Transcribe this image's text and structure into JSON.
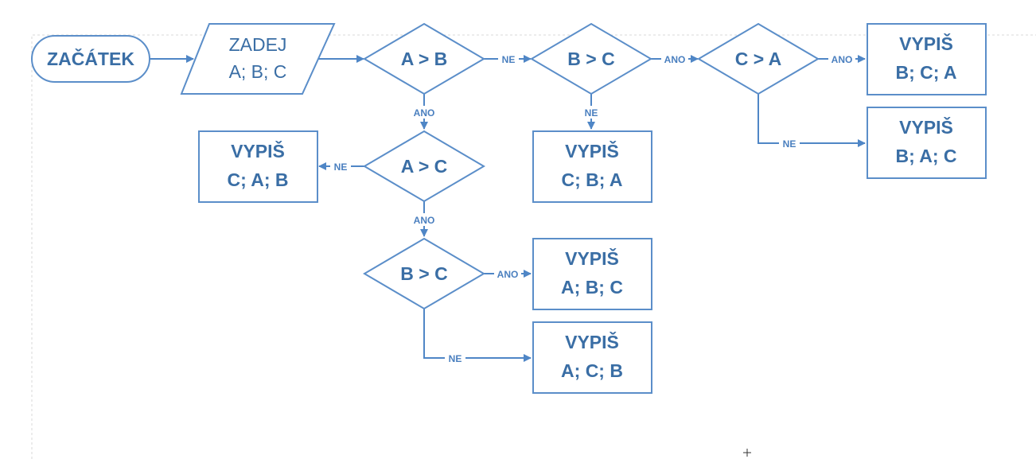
{
  "nodes": {
    "start": {
      "label": "ZAČÁTEK"
    },
    "input": {
      "line1": "ZADEJ",
      "line2": "A; B; C"
    },
    "dec_a_gt_b": {
      "label": "A > B"
    },
    "dec_b_gt_c_top": {
      "label": "B > C"
    },
    "dec_c_gt_a": {
      "label": "C > A"
    },
    "dec_a_gt_c": {
      "label": "A > C"
    },
    "dec_b_gt_c_low": {
      "label": "B > C"
    },
    "out_bca": {
      "line1": "VYPIŠ",
      "line2": "B; C; A"
    },
    "out_bac": {
      "line1": "VYPIŠ",
      "line2": "B; A; C"
    },
    "out_cba": {
      "line1": "VYPIŠ",
      "line2": "C; B; A"
    },
    "out_cab": {
      "line1": "VYPIŠ",
      "line2": "C; A; B"
    },
    "out_abc": {
      "line1": "VYPIŠ",
      "line2": "A; B; C"
    },
    "out_acb": {
      "line1": "VYPIŠ",
      "line2": "A; C; B"
    }
  },
  "edges": {
    "ab_to_bc": "NE",
    "ab_to_ac": "ANO",
    "bc_to_ca": "ANO",
    "bc_to_cba": "NE",
    "ca_to_bca": "ANO",
    "ca_to_bac": "NE",
    "ac_to_cab": "NE",
    "ac_to_bc2": "ANO",
    "bc2_to_abc": "ANO",
    "bc2_to_acb": "NE"
  }
}
